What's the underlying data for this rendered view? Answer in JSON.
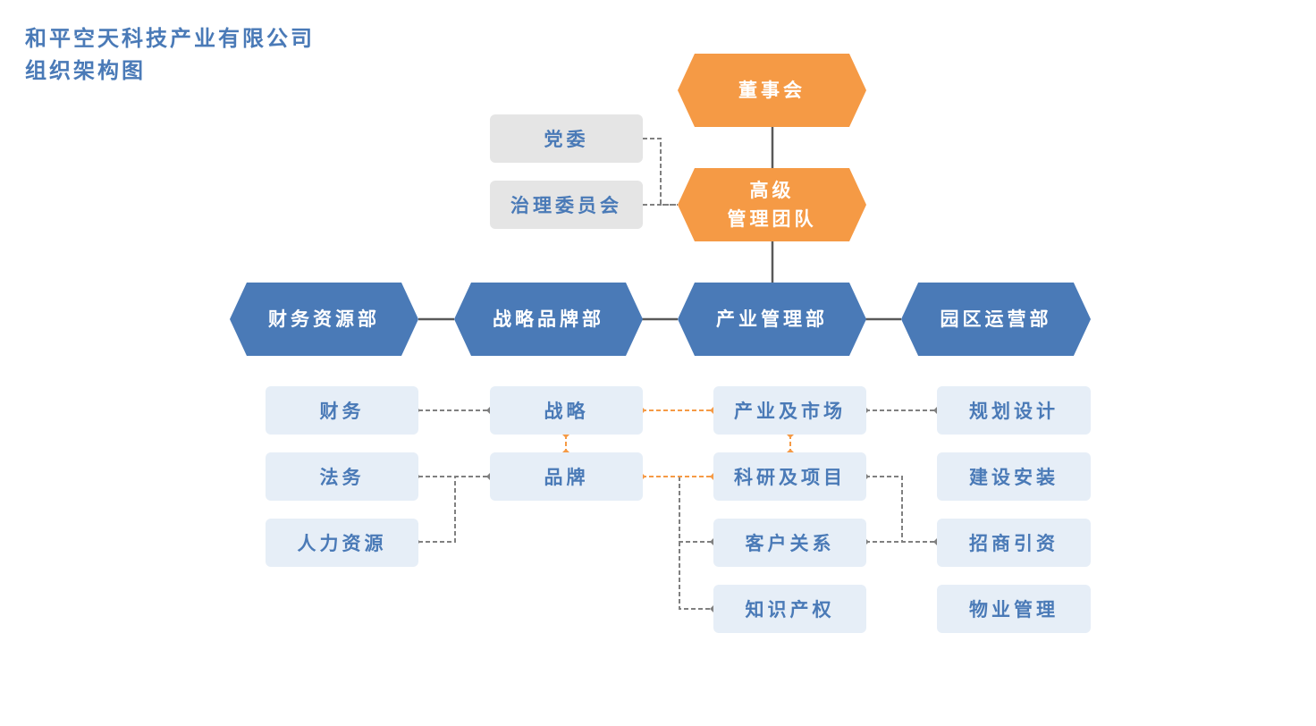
{
  "title": {
    "company": "和平空天科技产业有限公司",
    "subtitle": "组织架构图"
  },
  "top": {
    "board": "董事会",
    "management_line1": "高级",
    "management_line2": "管理团队",
    "party": "党委",
    "governance": "治理委员会"
  },
  "departments": {
    "finance_resources": "财务资源部",
    "strategy_brand": "战略品牌部",
    "industry_management": "产业管理部",
    "park_operations": "园区运营部"
  },
  "units": {
    "finance": "财务",
    "legal": "法务",
    "hr": "人力资源",
    "strategy": "战略",
    "brand": "品牌",
    "industry_market": "产业及市场",
    "research_projects": "科研及项目",
    "customer_relations": "客户关系",
    "ip": "知识产权",
    "planning_design": "规划设计",
    "construction": "建设安装",
    "investment": "招商引资",
    "property": "物业管理"
  },
  "colors": {
    "orange": "#f59a45",
    "blue": "#4a7ab7",
    "gray_box": "#e5e5e5",
    "light_box": "#e6eef7",
    "solid_line": "#595959",
    "dashed_line": "#808080"
  }
}
